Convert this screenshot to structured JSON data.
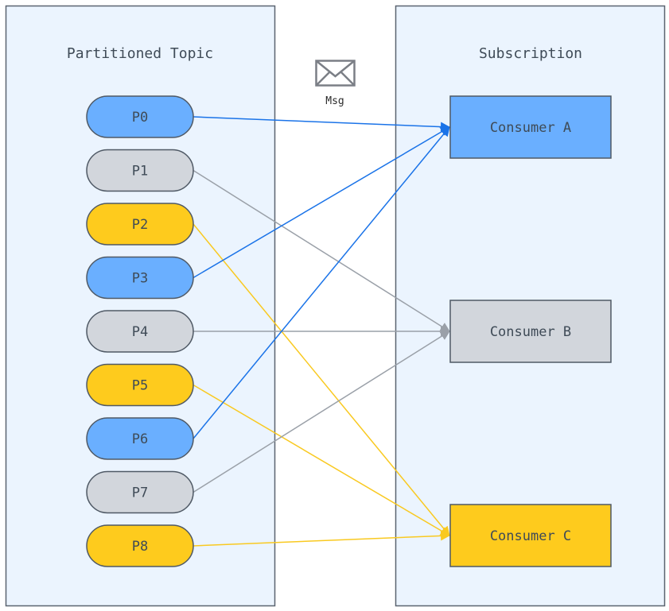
{
  "colors": {
    "panel_fill": "#ebf4fe",
    "panel_stroke": "#5b6470",
    "blue": "#6aafff",
    "gray": "#d2d6dc",
    "yellow": "#fecb1d",
    "blue_line": "#1a73e8",
    "gray_line": "#9aa0a8",
    "yellow_line": "#f9c920"
  },
  "left_panel": {
    "title": "Partitioned Topic"
  },
  "right_panel": {
    "title": "Subscription"
  },
  "message": {
    "icon": "envelope-icon",
    "label": "Msg"
  },
  "partitions": [
    {
      "label": "P0",
      "group": "blue"
    },
    {
      "label": "P1",
      "group": "gray"
    },
    {
      "label": "P2",
      "group": "yellow"
    },
    {
      "label": "P3",
      "group": "blue"
    },
    {
      "label": "P4",
      "group": "gray"
    },
    {
      "label": "P5",
      "group": "yellow"
    },
    {
      "label": "P6",
      "group": "blue"
    },
    {
      "label": "P7",
      "group": "gray"
    },
    {
      "label": "P8",
      "group": "yellow"
    }
  ],
  "consumers": [
    {
      "label": "Consumer A",
      "group": "blue"
    },
    {
      "label": "Consumer B",
      "group": "gray"
    },
    {
      "label": "Consumer C",
      "group": "yellow"
    }
  ],
  "connections": [
    {
      "from": "P0",
      "to": "Consumer A"
    },
    {
      "from": "P1",
      "to": "Consumer B"
    },
    {
      "from": "P2",
      "to": "Consumer C"
    },
    {
      "from": "P3",
      "to": "Consumer A"
    },
    {
      "from": "P4",
      "to": "Consumer B"
    },
    {
      "from": "P5",
      "to": "Consumer C"
    },
    {
      "from": "P6",
      "to": "Consumer A"
    },
    {
      "from": "P7",
      "to": "Consumer B"
    },
    {
      "from": "P8",
      "to": "Consumer C"
    }
  ]
}
